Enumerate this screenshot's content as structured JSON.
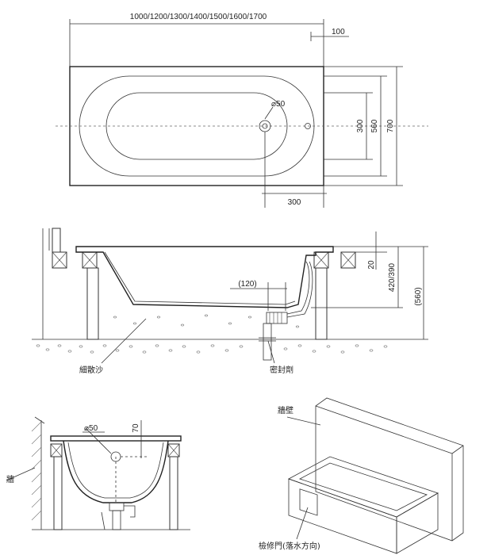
{
  "top_view": {
    "length_options": "1000/1200/1300/1400/1500/1600/1700",
    "edge_offset": "100",
    "drain_diameter": "⌀50",
    "inner_width": "300",
    "basin_width": "560",
    "outer_width": "700",
    "drain_offset": "300"
  },
  "section_view": {
    "rim_thickness": "20",
    "depth": "420/390",
    "total_height": "(560)",
    "drain_setback": "(120)",
    "sand_label": "細散沙",
    "sealant_label": "密封劑"
  },
  "end_view": {
    "drain_diameter": "⌀50",
    "overflow_height": "70",
    "wall_label": "牆"
  },
  "install_view": {
    "wall_label": "牆壁",
    "access_label": "檢修門(落水方向)"
  }
}
